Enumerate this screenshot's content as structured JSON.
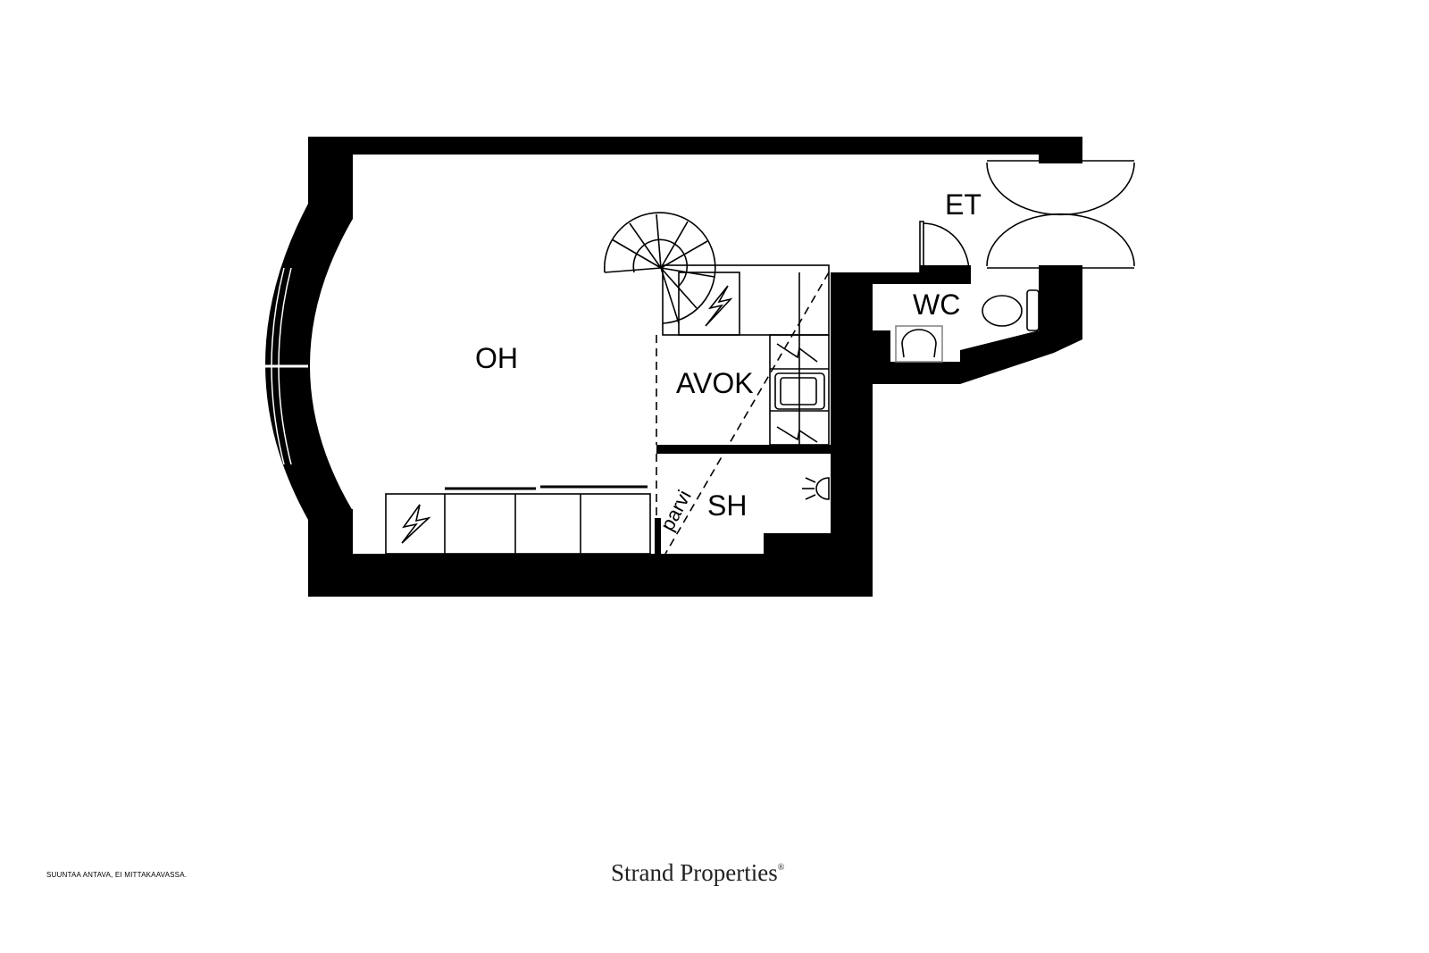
{
  "rooms": {
    "living": "OH",
    "kitchen": "AVOK",
    "bedroom": "SH",
    "entry": "ET",
    "toilet": "WC",
    "loft": "parvi"
  },
  "footer": {
    "disclaimer": "SUUNTAA ANTAVA, EI MITTAKAAVASSA.",
    "brand": "Strand Properties",
    "brand_mark": "®"
  }
}
